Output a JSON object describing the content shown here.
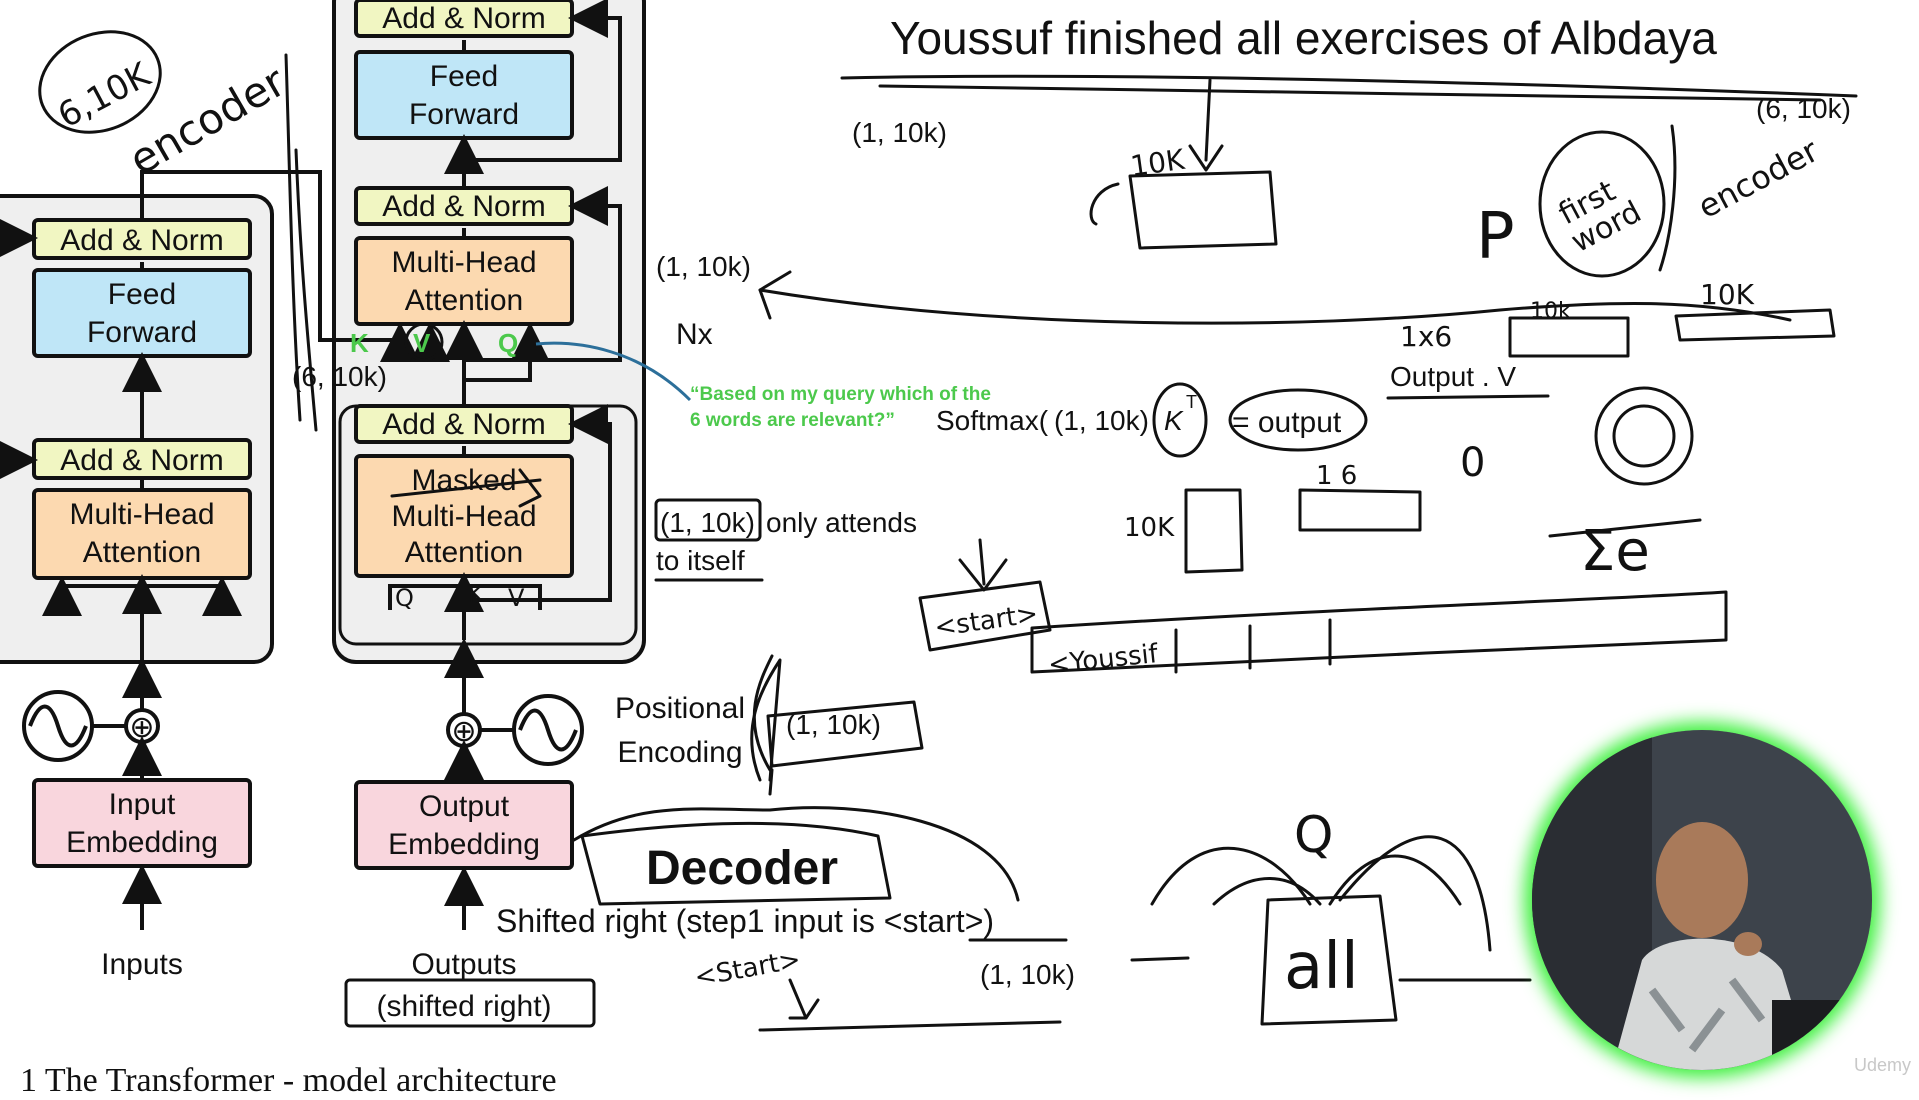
{
  "encoder": {
    "add_norm_top": "Add & Norm",
    "feed_forward_l1": "Feed",
    "feed_forward_l2": "Forward",
    "add_norm_bottom": "Add & Norm",
    "mha_l1": "Multi-Head",
    "mha_l2": "Attention",
    "pos_symbol": "⊕",
    "input_embedding_l1": "Input",
    "input_embedding_l2": "Embedding",
    "inputs_label": "Inputs",
    "size_badge": "6,10K",
    "encoder_word": "encoder"
  },
  "decoder": {
    "add_norm_top": "Add & Norm",
    "feed_forward_l1": "Feed",
    "feed_forward_l2": "Forward",
    "add_norm_mid": "Add & Norm",
    "mha_l1": "Multi-Head",
    "mha_l2": "Attention",
    "add_norm_low": "Add & Norm",
    "masked_l1": "Masked",
    "masked_l2": "Multi-Head",
    "masked_l3": "Attention",
    "q_in": "Q",
    "k_in": "K",
    "v_in": "V",
    "k_label": "K",
    "v_label": "V",
    "q_label": "Q",
    "output_embedding_l1": "Output",
    "output_embedding_l2": "Embedding",
    "outputs_l1": "Outputs",
    "outputs_l2": "(shifted right)",
    "nx": "Nx",
    "positional_l1": "Positional",
    "positional_l2": "Encoding",
    "decoder_title": "Decoder",
    "shifted_note": "Shifted right (step1 input is <start>)"
  },
  "annotations": {
    "headline": "Youssuf finished all exercises of Albdaya",
    "shape_1_10k_top": "(1, 10k)",
    "shape_6_10k_top": "(6, 10k)",
    "shape_1_10k_mid": "(1, 10k)",
    "shape_6_10k_left": "(6, 10k)",
    "query_note_l1": "“Based on my query which of the",
    "query_note_l2": "6 words are relevant?”",
    "softmax": "Softmax(",
    "softmax_shape": "(1, 10k)",
    "kt": "K",
    "kt_sup": "T",
    "eq_output": "= output",
    "output_v": "Output . V",
    "attends_shape": "(1, 10k)",
    "attends_l1": "only attends",
    "attends_l2": "to itself",
    "pos_enc_shape": "(1, 10k)",
    "bottom_shape": "(1, 10k)",
    "p_letter": "P",
    "first_l1": "first",
    "first_l2": "word",
    "encoder_hand": "encoder",
    "tenk_box": "10K",
    "one_by_six": "1x6",
    "tenk_a": "10k",
    "tenk_b": "10K",
    "tenk_side": "10K",
    "one_six": "1 6",
    "start_token": "<start>",
    "youssif_token": "<Youssif",
    "start_small": "<Start>",
    "q_hand": "Q",
    "all_word": "all",
    "zero": "0",
    "sigma": "Σe"
  },
  "caption": "1  The Transformer - model architecture",
  "watermark": "Udemy",
  "colors": {
    "add_norm": "#f1f6c2",
    "feed_forward": "#bfe6f7",
    "attention": "#fcd9b0",
    "embedding": "#f9d6dd",
    "stack_bg": "#efefef",
    "green_text": "#4cc94c",
    "webcam_glow": "#3df03d"
  }
}
